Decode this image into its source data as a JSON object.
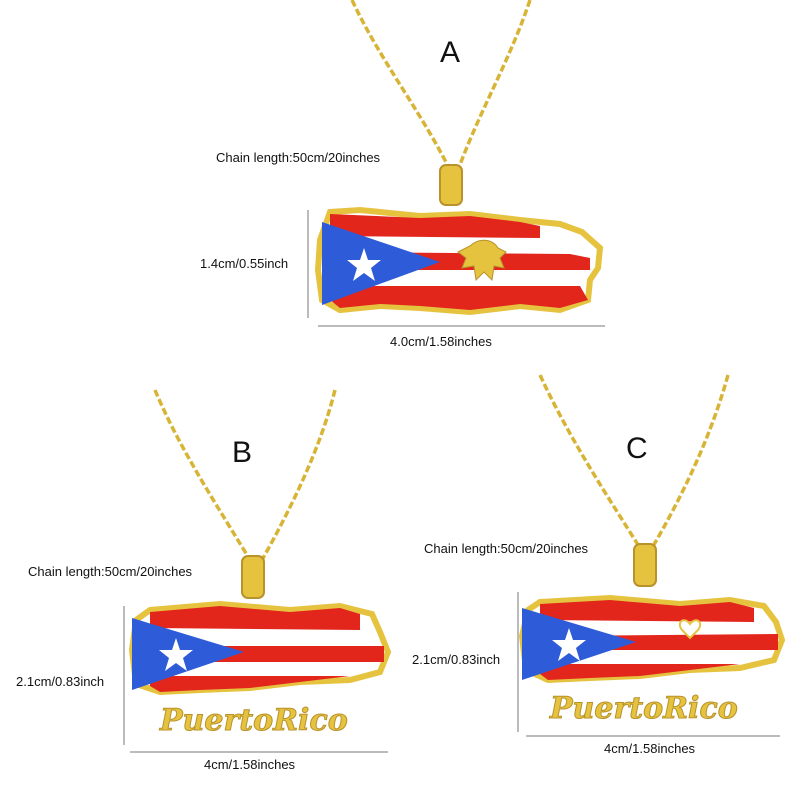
{
  "products": [
    {
      "letter": "A",
      "chain": "Chain length:50cm/20inches",
      "height": "1.4cm/0.55inch",
      "width": "4.0cm/1.58inches",
      "name_text": ""
    },
    {
      "letter": "B",
      "chain": "Chain length:50cm/20inches",
      "height": "2.1cm/0.83inch",
      "width": "4cm/1.58inches",
      "name_text": "PuertoRico"
    },
    {
      "letter": "C",
      "chain": "Chain length:50cm/20inches",
      "height": "2.1cm/0.83inch",
      "width": "4cm/1.58inches",
      "name_text": "PuertoRico"
    }
  ],
  "colors": {
    "gold": "#e6c33f",
    "gold_dark": "#b8922a",
    "red": "#e2261c",
    "blue": "#2e5bd8",
    "white": "#ffffff",
    "line": "#777777"
  }
}
